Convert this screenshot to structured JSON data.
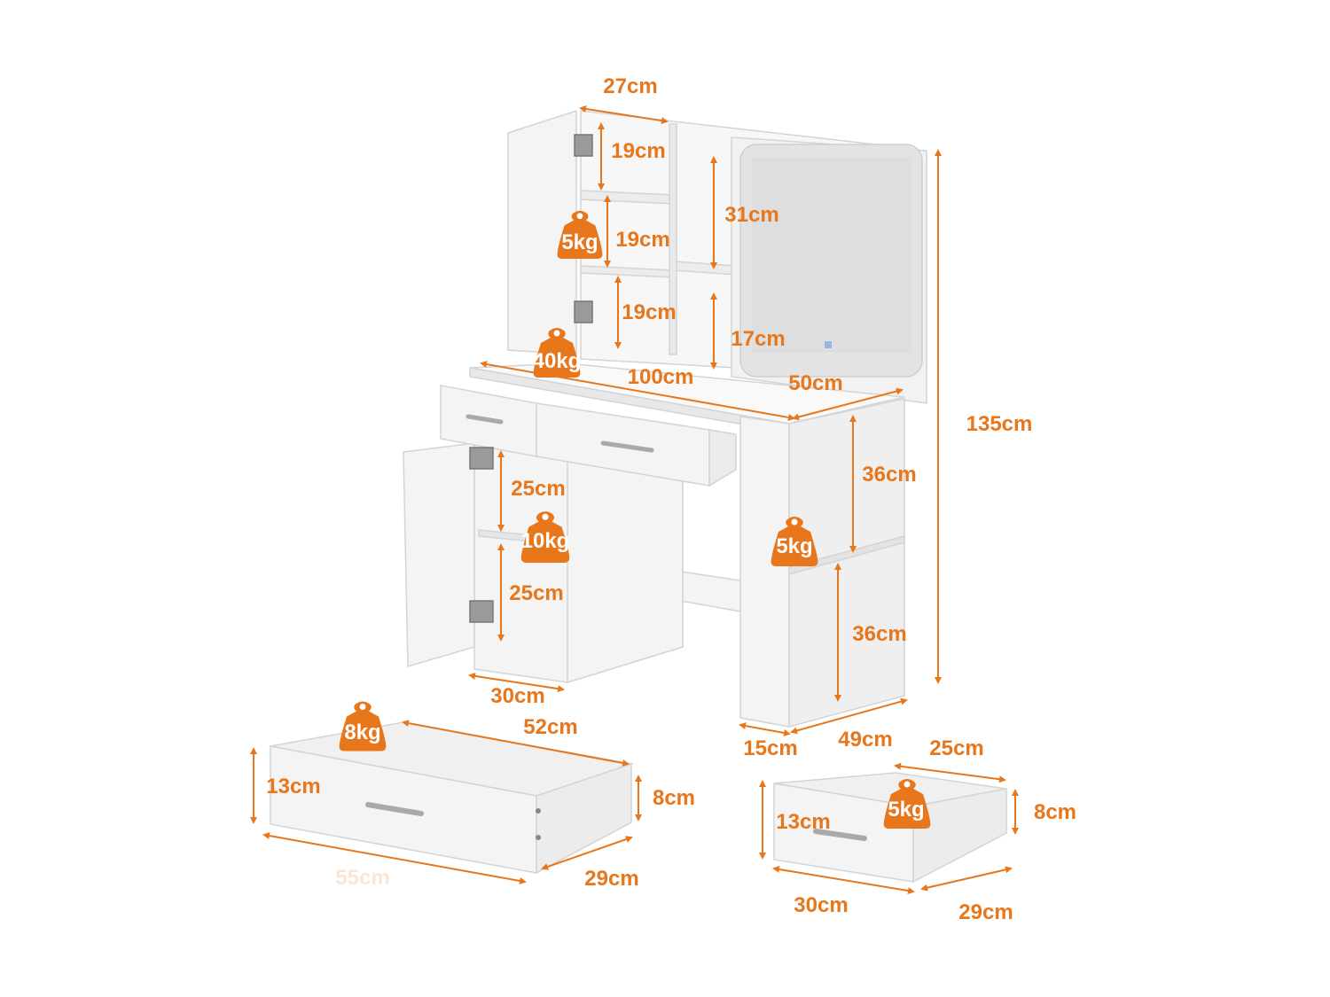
{
  "dimensions": {
    "top_depth": "27cm",
    "left_shelf_1": "19cm",
    "left_shelf_2": "19cm",
    "left_shelf_3": "19cm",
    "mid_upper": "31cm",
    "mid_lower": "17cm",
    "width": "100cm",
    "mirror_width": "50cm",
    "total_height": "135cm",
    "right_upper": "36cm",
    "right_lower": "36cm",
    "cabinet_upper": "25cm",
    "cabinet_lower": "25cm",
    "cabinet_width": "30cm",
    "side_depth": "15cm",
    "base_depth": "49cm"
  },
  "weights": {
    "upper_shelf": "5kg",
    "desk_top": "40kg",
    "cabinet_shelf": "10kg",
    "side_shelf": "5kg",
    "large_drawer": "8kg",
    "small_drawer": "5kg"
  },
  "large_drawer": {
    "depth": "52cm",
    "front_height": "13cm",
    "side_height": "8cm",
    "width": "55cm",
    "side_depth": "29cm"
  },
  "small_drawer": {
    "depth": "25cm",
    "front_height": "13cm",
    "side_height": "8cm",
    "width": "30cm",
    "side_depth": "29cm"
  },
  "colors": {
    "accent": "#e8761a",
    "furniture": "#f4f4f4",
    "edge": "#d6d6d6",
    "mirror": "#e3e3e3"
  }
}
